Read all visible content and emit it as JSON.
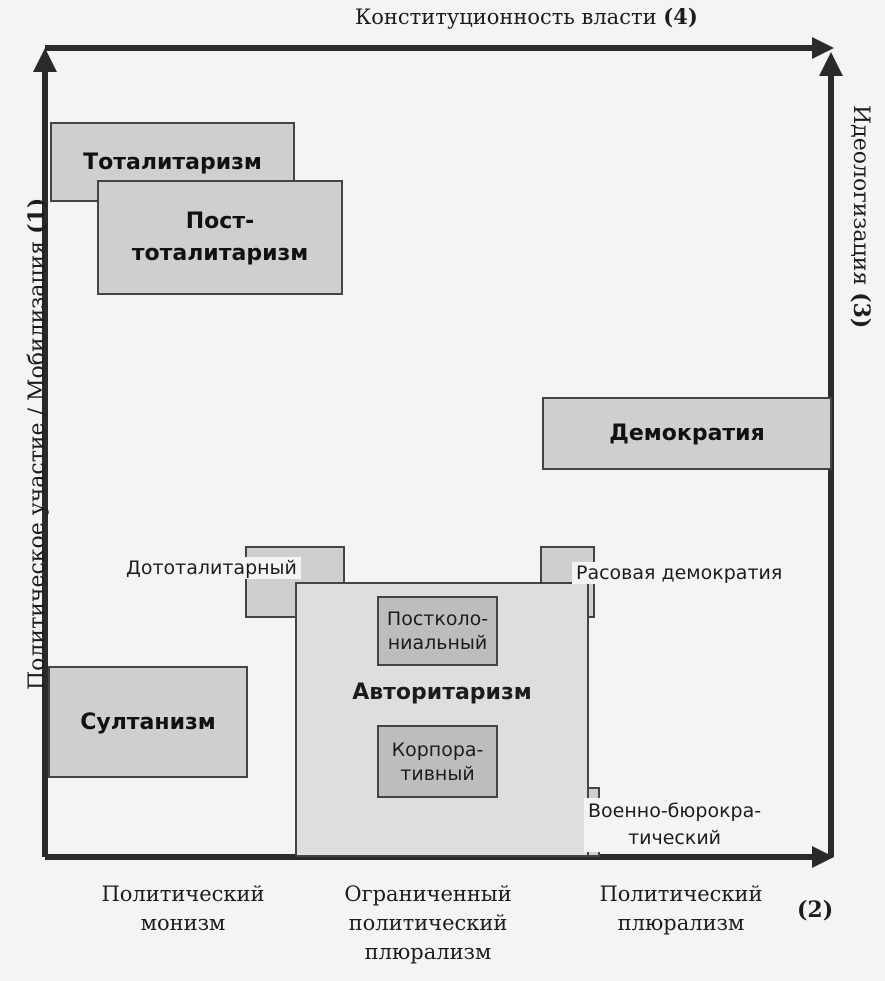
{
  "axes": {
    "top": {
      "label": "Конституционность власти",
      "number": "(4)"
    },
    "left": {
      "label": "Политическое участие / Мобилизация",
      "number": "(1)"
    },
    "right": {
      "label": "Идеологизация",
      "number": "(3)"
    },
    "bottom_number": "(2)",
    "bottom_labels": [
      [
        "Политический",
        "монизм"
      ],
      [
        "Ограниченный",
        "политический",
        "плюрализм"
      ],
      [
        "Политический",
        "плюрализм"
      ]
    ]
  },
  "regimes": {
    "totalitarianism": "Тоталитаризм",
    "post_totalitarianism": [
      "Пост-",
      "тоталитаризм"
    ],
    "democracy": "Демократия",
    "sultanism": "Султанизм",
    "authoritarianism": "Авторитаризм",
    "postcolonial": [
      "Постколо-",
      "ниальный"
    ],
    "corporative": [
      "Корпора-",
      "тивный"
    ],
    "pre_totalitarian": "Дототалитарный",
    "racial_democracy": "Расовая  демократия",
    "military_bureaucratic": [
      "Военно-бюрокра-",
      "тический"
    ]
  },
  "colors": {
    "box": "#cfcfcd",
    "inner_box": "#bdbdbb",
    "axis": "#2a2a2a"
  }
}
